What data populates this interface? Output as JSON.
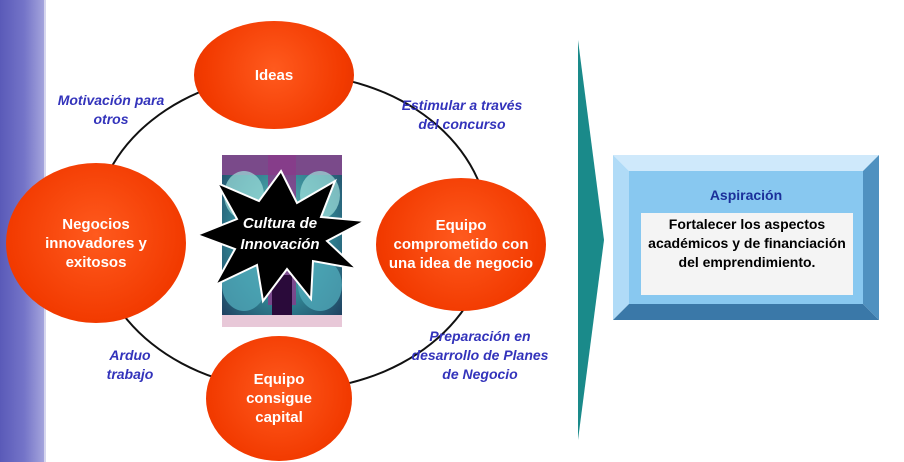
{
  "nodes": {
    "top": "Ideas",
    "left": "Negocios innovadores y exitosos",
    "right": "Equipo comprometido con una idea de negocio",
    "bottom": "Equipo consigue capital"
  },
  "labels": {
    "top_left": "Motivación para otros",
    "top_right": "Estimular a través del concurso",
    "bottom_left": "Arduo trabajo",
    "bottom_right": "Preparación en desarrollo de Planes de Negocio"
  },
  "center_text": "Cultura de Innovación",
  "aspiration": {
    "title": "Aspiración",
    "text": "Fortalecer los aspectos académicos y de financiación del emprendimiento."
  },
  "colors": {
    "node": "#f23a00",
    "label": "#3333bb",
    "arrow": "#1a8a8a",
    "panel": "#88c8f0"
  }
}
